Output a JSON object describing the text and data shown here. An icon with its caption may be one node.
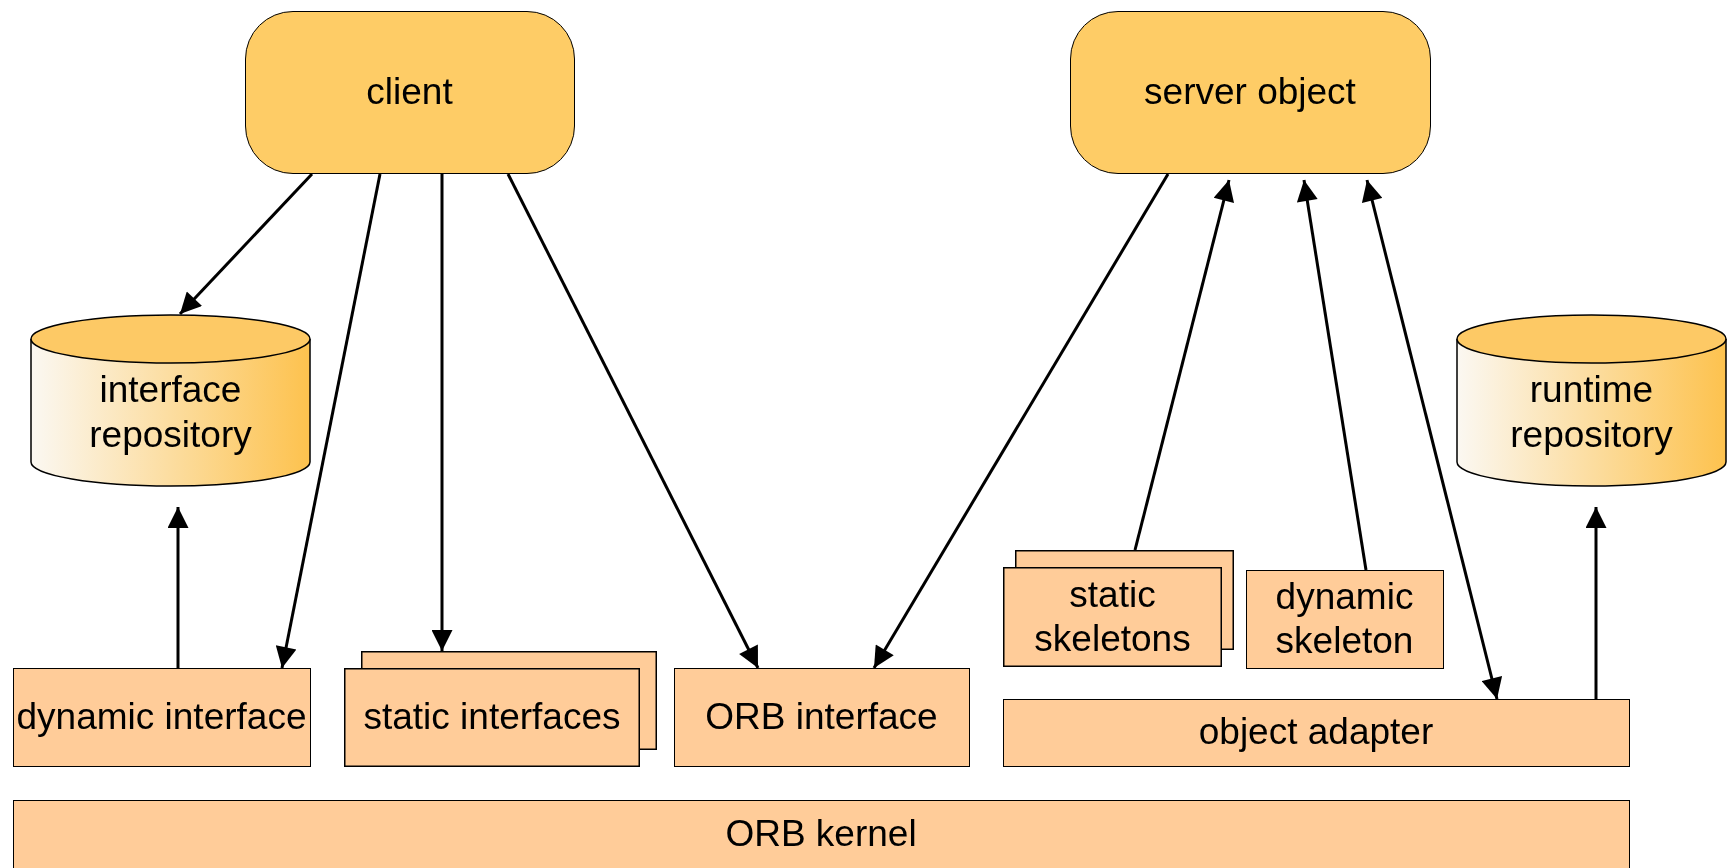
{
  "diagram": {
    "nodes": [
      {
        "text": [
          "client"
        ]
      },
      {
        "text": [
          "server object"
        ]
      },
      {
        "text": [
          "interface repository"
        ]
      },
      {
        "text": [
          "runtime repository"
        ]
      },
      {
        "text": [
          "dynamic interface"
        ]
      },
      {
        "text": [
          "static interfaces"
        ]
      },
      {
        "text": [
          "ORB interface"
        ]
      },
      {
        "text": [
          "static skeletons"
        ]
      },
      {
        "text": [
          "dynamic skeleton"
        ]
      },
      {
        "text": [
          "object adapter"
        ]
      },
      {
        "text": [
          "ORB kernel"
        ]
      }
    ],
    "edges": [
      {
        "from": 0,
        "to": 2,
        "arrow": "to"
      },
      {
        "from": 0,
        "to": 4,
        "arrow": "to"
      },
      {
        "from": 0,
        "to": 5,
        "arrow": "to"
      },
      {
        "from": 0,
        "to": 6,
        "arrow": "to"
      },
      {
        "from": 4,
        "to": 2,
        "arrow": "to"
      },
      {
        "from": 1,
        "to": 6,
        "arrow": "to"
      },
      {
        "from": 7,
        "to": 1,
        "arrow": "to"
      },
      {
        "from": 8,
        "to": 1,
        "arrow": "to"
      },
      {
        "from": 9,
        "to": 1,
        "arrow": "both"
      },
      {
        "from": 9,
        "to": 3,
        "arrow": "to"
      }
    ]
  }
}
